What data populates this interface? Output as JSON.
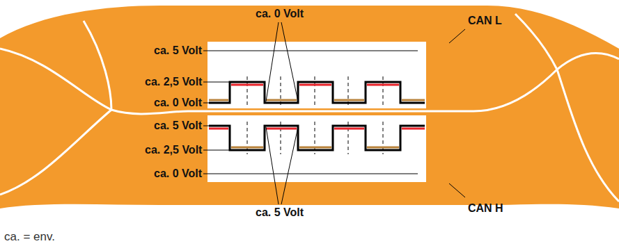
{
  "diagram": {
    "labels": [
      "ca. 0 Volt",
      "CAN L",
      "ca. 5 Volt",
      "ca. 2,5 Volt",
      "ca. 0 Volt",
      "ca. 5 Volt",
      "ca. 2,5 Volt",
      "ca. 0 Volt",
      "ca. 5 Volt",
      "CAN H",
      "ca. = env."
    ]
  }
}
